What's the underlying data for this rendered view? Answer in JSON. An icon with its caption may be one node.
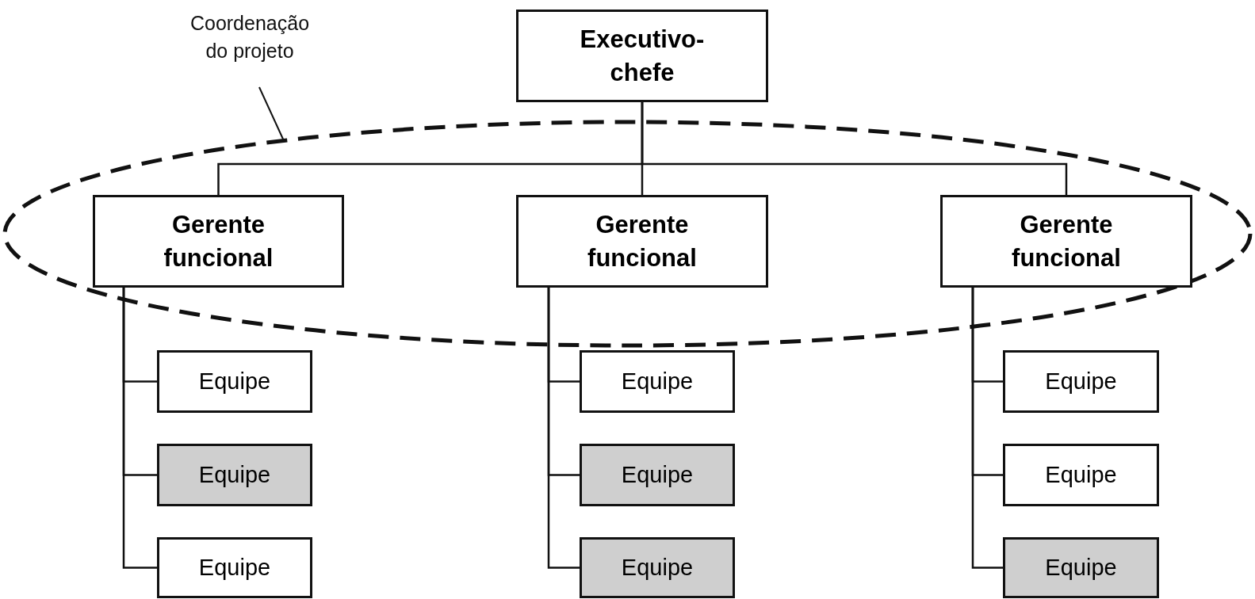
{
  "diagram": {
    "nodes": [
      {
        "text": [
          "Coordenação do projeto"
        ]
      },
      {
        "text": [
          "Executivo-chefe"
        ]
      },
      {
        "text": [],
        "shape": "ellipse"
      },
      {
        "text": [
          "Gerente funcional"
        ],
        "in": 2
      },
      {
        "text": [
          "Gerente funcional"
        ],
        "in": 2
      },
      {
        "text": [
          "Gerente funcional"
        ],
        "in": 2
      },
      {
        "text": [
          "Equipe"
        ]
      },
      {
        "text": [
          "Equipe"
        ]
      },
      {
        "text": [
          "Equipe"
        ]
      },
      {
        "text": [
          "Equipe"
        ]
      },
      {
        "text": [
          "Equipe"
        ]
      },
      {
        "text": [
          "Equipe"
        ]
      },
      {
        "text": [
          "Equipe"
        ]
      },
      {
        "text": [
          "Equipe"
        ]
      },
      {
        "text": [
          "Equipe"
        ]
      }
    ],
    "edges": [
      {
        "from": 0,
        "to": 2,
        "arrow": "none"
      },
      {
        "from": 1,
        "to": 3,
        "arrow": "none"
      },
      {
        "from": 1,
        "to": 4,
        "arrow": "none"
      },
      {
        "from": 1,
        "to": 5,
        "arrow": "none"
      },
      {
        "from": 3,
        "to": 6,
        "arrow": "none"
      },
      {
        "from": 3,
        "to": 7,
        "arrow": "none"
      },
      {
        "from": 3,
        "to": 8,
        "arrow": "none"
      },
      {
        "from": 4,
        "to": 9,
        "arrow": "none"
      },
      {
        "from": 4,
        "to": 10,
        "arrow": "none"
      },
      {
        "from": 4,
        "to": 11,
        "arrow": "none"
      },
      {
        "from": 5,
        "to": 12,
        "arrow": "none"
      },
      {
        "from": 5,
        "to": 13,
        "arrow": "none"
      },
      {
        "from": 5,
        "to": 14,
        "arrow": "none"
      }
    ]
  }
}
